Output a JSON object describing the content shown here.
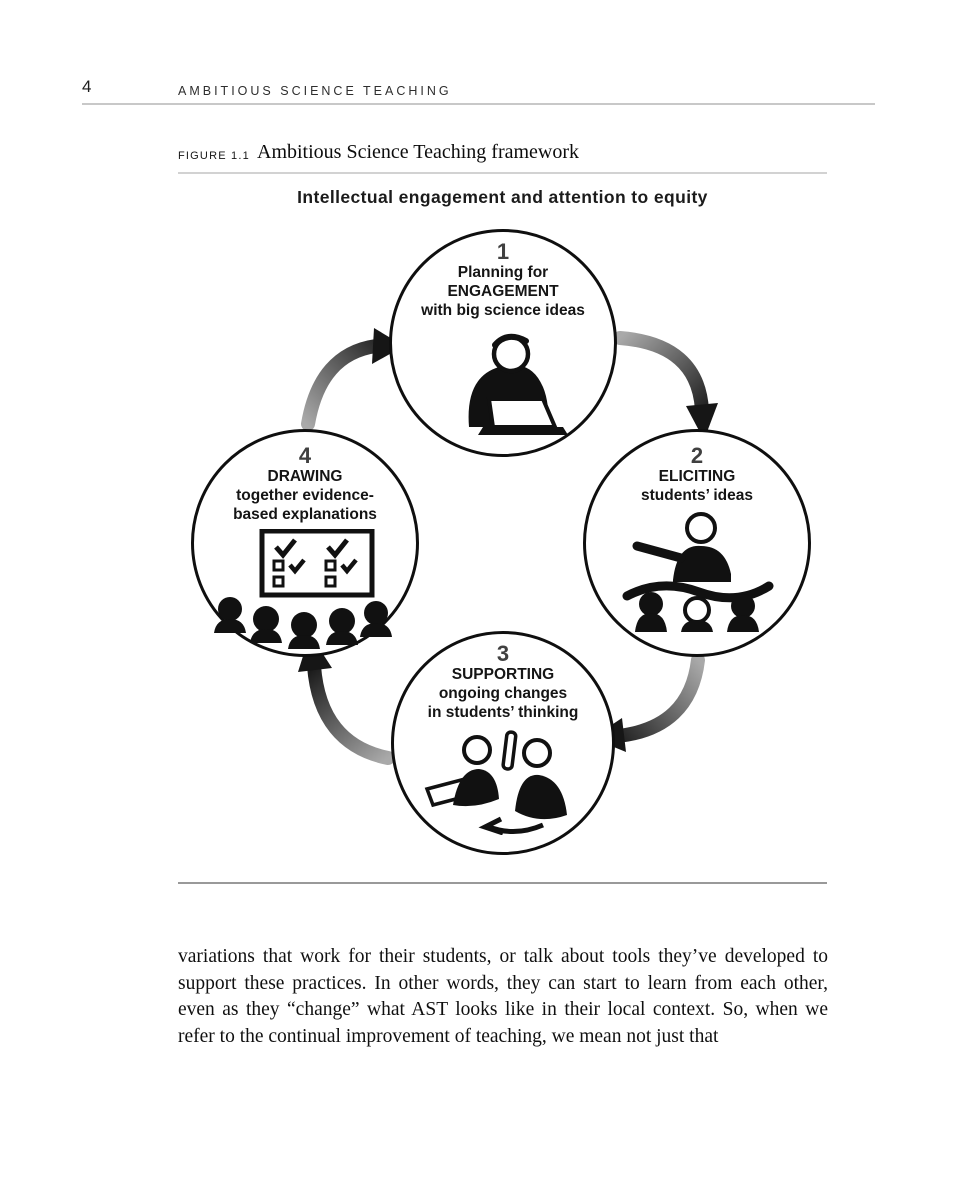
{
  "page": {
    "number": "4",
    "running_head": "AMBITIOUS SCIENCE TEACHING"
  },
  "figure": {
    "label": "FIGURE 1.1",
    "caption": "Ambitious Science Teaching framework",
    "title": "Intellectual engagement and attention to equity",
    "accent_color": "#000000",
    "nodes": [
      {
        "number": "1",
        "lines": [
          "Planning for",
          "ENGAGEMENT",
          "with big science ideas"
        ],
        "illustration": "person-at-laptop-icon"
      },
      {
        "number": "2",
        "lines": [
          "ELICITING",
          "students’ ideas"
        ],
        "illustration": "teacher-with-students-icon"
      },
      {
        "number": "3",
        "lines": [
          "SUPPORTING",
          "ongoing changes",
          "in students’ thinking"
        ],
        "illustration": "students-experiment-icon"
      },
      {
        "number": "4",
        "lines": [
          "DRAWING",
          "together evidence-",
          "based explanations"
        ],
        "illustration": "checklist-board-audience-icon"
      }
    ]
  },
  "body": {
    "paragraph": "variations that work for their students, or talk about tools they’ve developed to support these practices. In other words, they can start to learn from each other, even as they “change” what AST looks like in their local context. So, when we refer to the continual improvement of teaching, we mean not just that"
  }
}
